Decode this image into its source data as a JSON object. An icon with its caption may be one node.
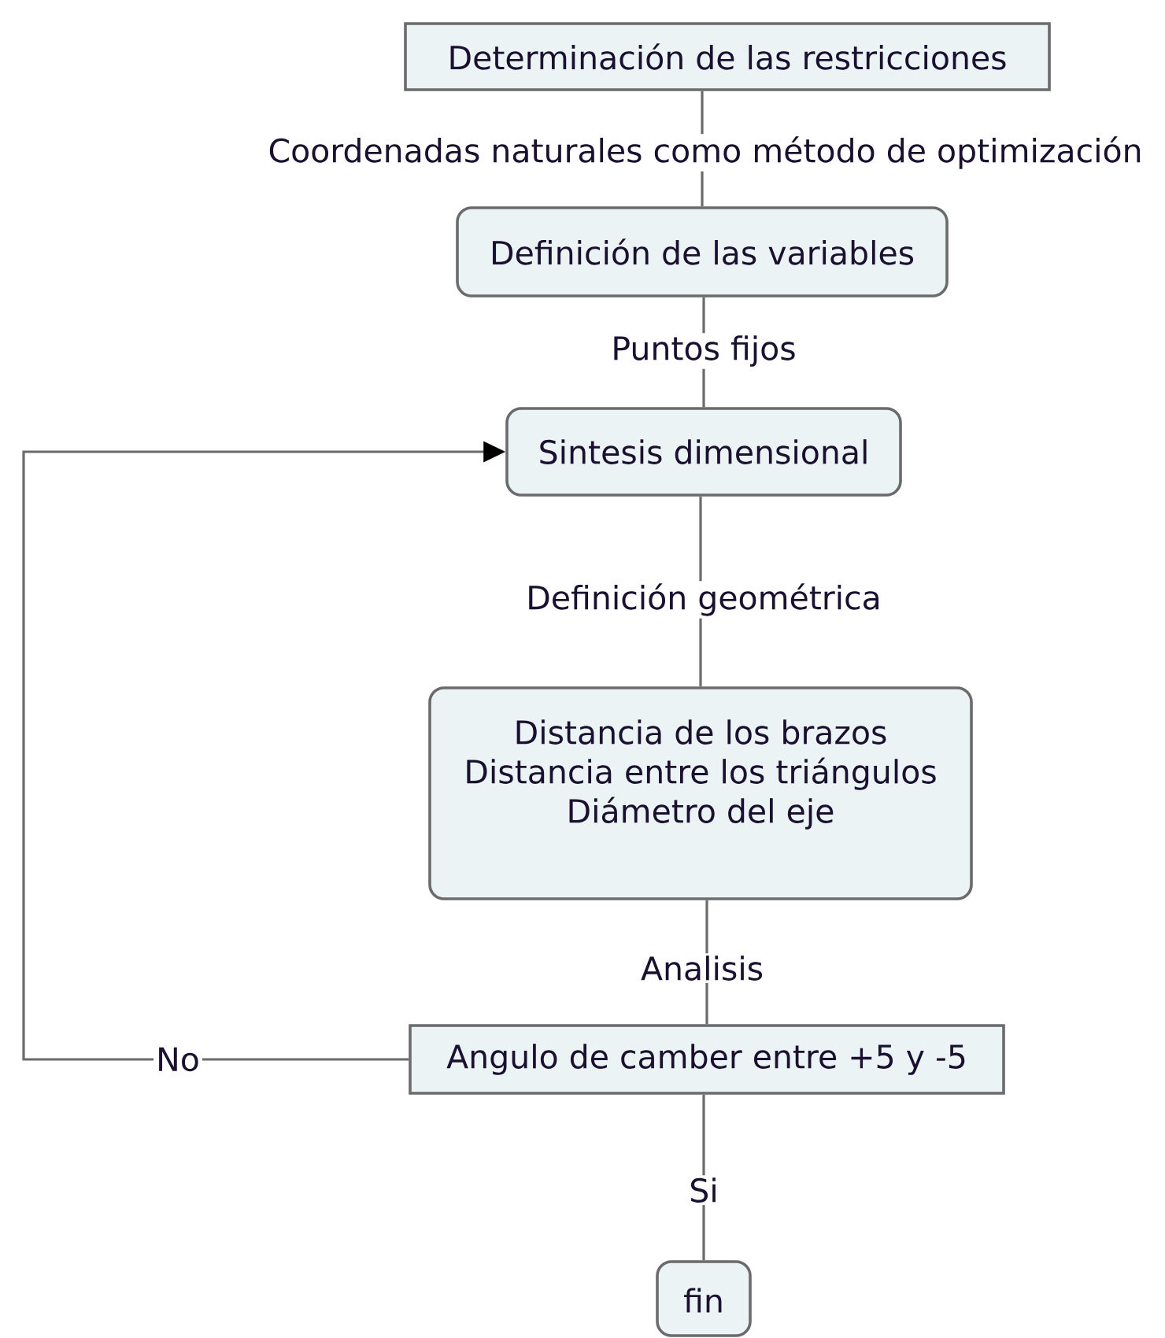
{
  "diagram": {
    "nodes": [
      {
        "text": [
          "Determinación de las restricciones"
        ]
      },
      {
        "text": [
          "Definición de las variables"
        ]
      },
      {
        "text": [
          "Sintesis dimensional"
        ]
      },
      {
        "text": [
          "Distancia de los brazos",
          "Distancia entre los triángulos",
          "Diámetro del eje"
        ]
      },
      {
        "text": [
          "Angulo de camber entre +5 y -5"
        ]
      },
      {
        "text": [
          "fin"
        ]
      }
    ],
    "edges": [
      {
        "from": 0,
        "to": 1,
        "arrow": "none",
        "label": "Coordenadas naturales como método de optimización"
      },
      {
        "from": 1,
        "to": 2,
        "arrow": "none",
        "label": "Puntos fijos"
      },
      {
        "from": 2,
        "to": 3,
        "arrow": "none",
        "label": "Definición geométrica"
      },
      {
        "from": 3,
        "to": 4,
        "arrow": "none",
        "label": "Analisis"
      },
      {
        "from": 4,
        "to": 2,
        "arrow": "to",
        "label": "No"
      },
      {
        "from": 4,
        "to": 5,
        "arrow": "none",
        "label": "Si"
      }
    ]
  }
}
